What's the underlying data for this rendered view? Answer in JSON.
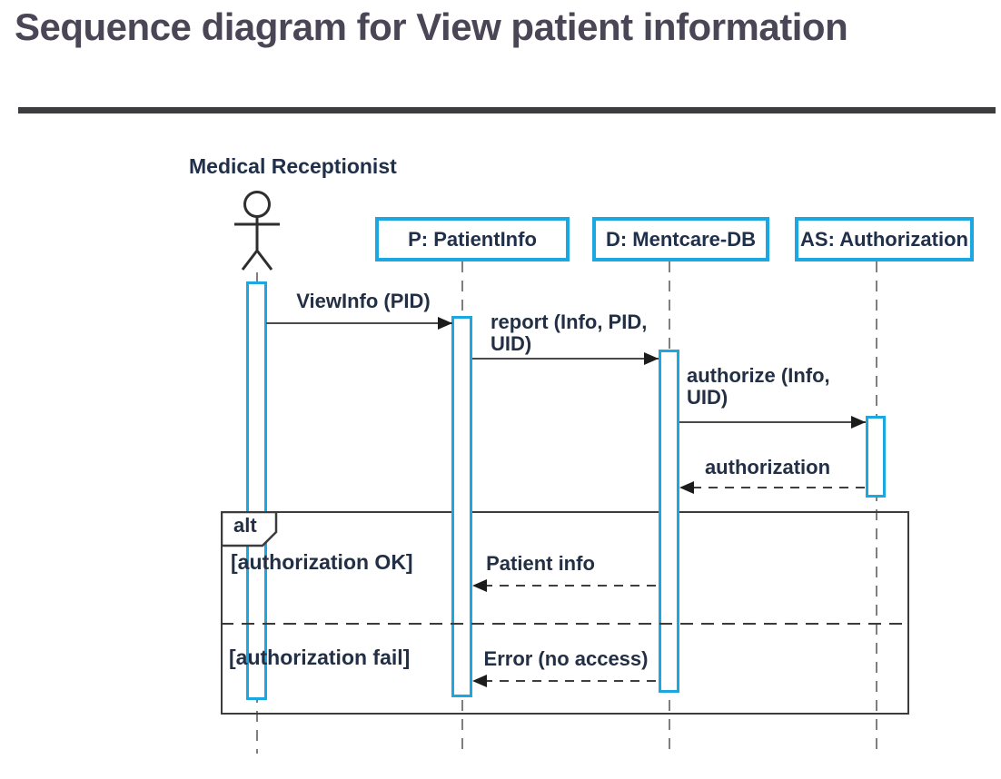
{
  "title": "Sequence diagram for View patient information",
  "actor": {
    "name": "Medical Receptionist"
  },
  "lifelines": [
    {
      "id": "patient-info",
      "label": "P: PatientInfo"
    },
    {
      "id": "mentcare-db",
      "label": "D: Mentcare-DB"
    },
    {
      "id": "authorization-server",
      "label": "AS: Authorization"
    }
  ],
  "messages": [
    {
      "label": "ViewInfo (PID)",
      "from": "Medical Receptionist",
      "to": "P: PatientInfo",
      "style": "solid"
    },
    {
      "label": "report (Info, PID,\nUID)",
      "from": "P: PatientInfo",
      "to": "D: Mentcare-DB",
      "style": "solid"
    },
    {
      "label": "authorize (Info,\nUID)",
      "from": "D: Mentcare-DB",
      "to": "AS: Authorization",
      "style": "solid"
    },
    {
      "label": "authorization",
      "from": "AS: Authorization",
      "to": "D: Mentcare-DB",
      "style": "dashed-return"
    },
    {
      "label": "Patient info",
      "from": "D: Mentcare-DB",
      "to": "P: PatientInfo",
      "style": "dashed-return"
    },
    {
      "label": "Error (no access)",
      "from": "D: Mentcare-DB",
      "to": "P: PatientInfo",
      "style": "dashed-return"
    }
  ],
  "frame": {
    "operator": "alt",
    "guards": [
      "[authorization OK]",
      "[authorization fail]"
    ]
  },
  "colors": {
    "accent_cyan": "#1ba7e1",
    "diagram_text": "#222f44",
    "title_text": "#4a4656",
    "rule": "#3d3d40",
    "lifeline_gray": "#7f7f7f",
    "frame_border": "#3c3c3c"
  }
}
